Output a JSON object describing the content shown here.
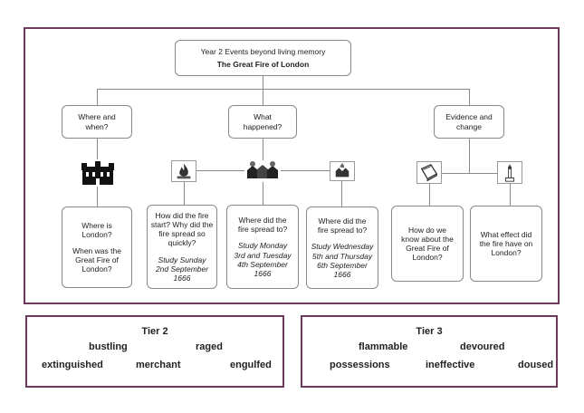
{
  "root": {
    "line1": "Year 2 Events beyond living memory",
    "line2": "The Great Fire of London"
  },
  "categories": {
    "where": [
      "Where and",
      "when?"
    ],
    "what": [
      "What",
      "happened?"
    ],
    "evidence": [
      "Evidence and",
      "change"
    ]
  },
  "icons": {
    "tower": "tower-of-london-icon",
    "fire": "fire-icon",
    "houses": "burning-houses-icon",
    "spread": "fire-spread-icon",
    "book": "book-icon",
    "monument": "monument-icon"
  },
  "leaves": {
    "where_q1": "Where is London?",
    "where_q2": "When was the Great Fire of London?",
    "start_q": "How did the fire start? Why did the fire spread so quickly?",
    "start_study": "Study Sunday 2nd September 1666",
    "spread1_q": "Where did the fire spread to?",
    "spread1_study": "Study Monday 3rd and Tuesday 4th September 1666",
    "spread2_q": "Where did the fire spread to?",
    "spread2_study": "Study Wednesday 5th and Thursday 6th September 1666",
    "know_q": "How do we know about the Great Fire of London?",
    "effect_q": "What effect did the fire have on London?"
  },
  "tier2": {
    "title": "Tier 2",
    "words": [
      "bustling",
      "raged",
      "extinguished",
      "merchant",
      "engulfed"
    ]
  },
  "tier3": {
    "title": "Tier 3",
    "words": [
      "flammable",
      "devoured",
      "possessions",
      "ineffective",
      "doused"
    ]
  }
}
